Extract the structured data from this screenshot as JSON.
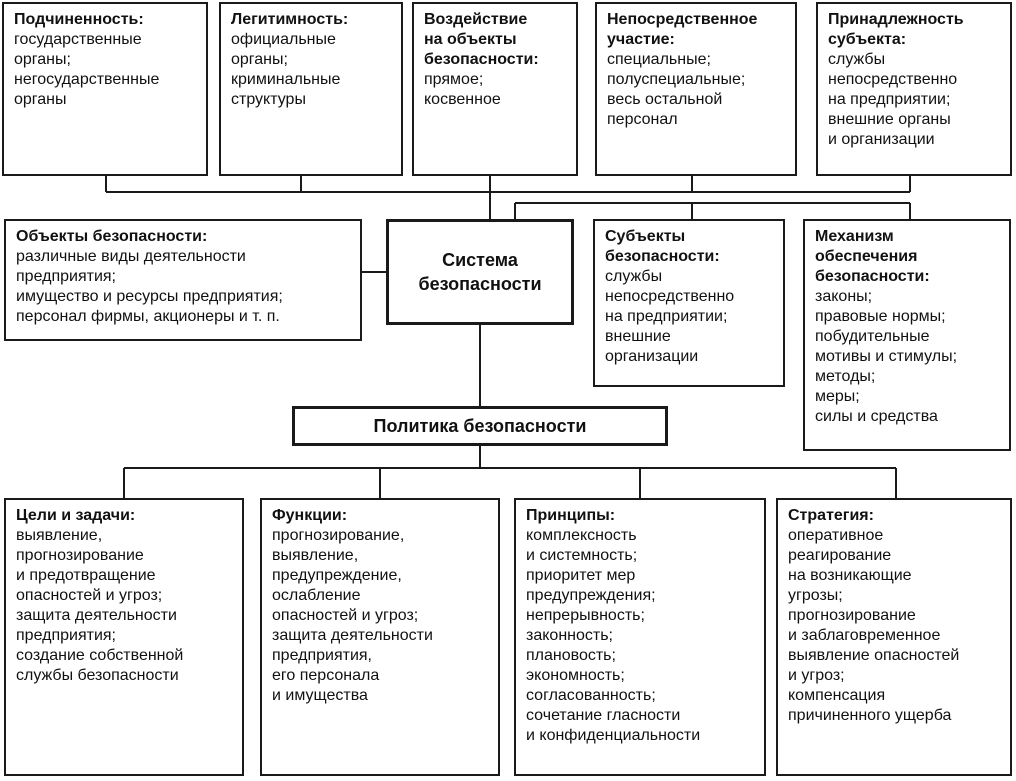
{
  "top": [
    {
      "title": "Подчиненность:",
      "body": "государственные\nорганы;\nнегосударственные\nорганы"
    },
    {
      "title": "Легитимность:",
      "body": "официальные\nорганы;\nкриминальные\nструктуры"
    },
    {
      "title": "Воздействие\nна объекты\nбезопасности:",
      "body": "прямое;\nкосвенное"
    },
    {
      "title": "Непосредственное\nучастие:",
      "body": "специальные;\nполуспециальные;\nвесь остальной\nперсонал"
    },
    {
      "title": "Принадлежность\nсубъекта:",
      "body": "службы\nнепосредственно\nна предприятии;\nвнешние органы\nи организации"
    }
  ],
  "objects": {
    "title": "Объекты безопасности:",
    "body": "различные виды деятельности\nпредприятия;\nимущество и ресурсы предприятия;\nперсонал фирмы, акционеры и т. п."
  },
  "system": {
    "label": "Система\nбезопасности"
  },
  "subjects": {
    "title": "Субъекты\nбезопасности:",
    "body": "службы\nнепосредственно\nна предприятии;\nвнешние\nорганизации"
  },
  "mechanism": {
    "title": "Механизм\nобеспечения\nбезопасности:",
    "body": "законы;\nправовые нормы;\nпобудительные\nмотивы и стимулы;\nметоды;\nмеры;\nсилы и средства"
  },
  "policy": {
    "label": "Политика безопасности"
  },
  "bottom": [
    {
      "title": "Цели и задачи:",
      "body": "выявление,\nпрогнозирование\nи предотвращение\nопасностей и угроз;\nзащита деятельности\nпредприятия;\nсоздание собственной\nслужбы безопасности"
    },
    {
      "title": "Функции:",
      "body": "прогнозирование,\nвыявление,\nпредупреждение,\nослабление\nопасностей и угроз;\nзащита деятельности\nпредприятия,\nего персонала\nи имущества"
    },
    {
      "title": "Принципы:",
      "body": "комплексность\nи системность;\nприоритет мер\nпредупреждения;\nнепрерывность;\nзаконность;\nплановость;\nэкономность;\nсогласованность;\nсочетание гласности\nи конфиденциальности"
    },
    {
      "title": "Стратегия:",
      "body": "оперативное\nреагирование\nна возникающие\nугрозы;\nпрогнозирование\nи заблаговременное\nвыявление опасностей\nи угроз;\nкомпенсация\nпричиненного ущерба"
    }
  ]
}
